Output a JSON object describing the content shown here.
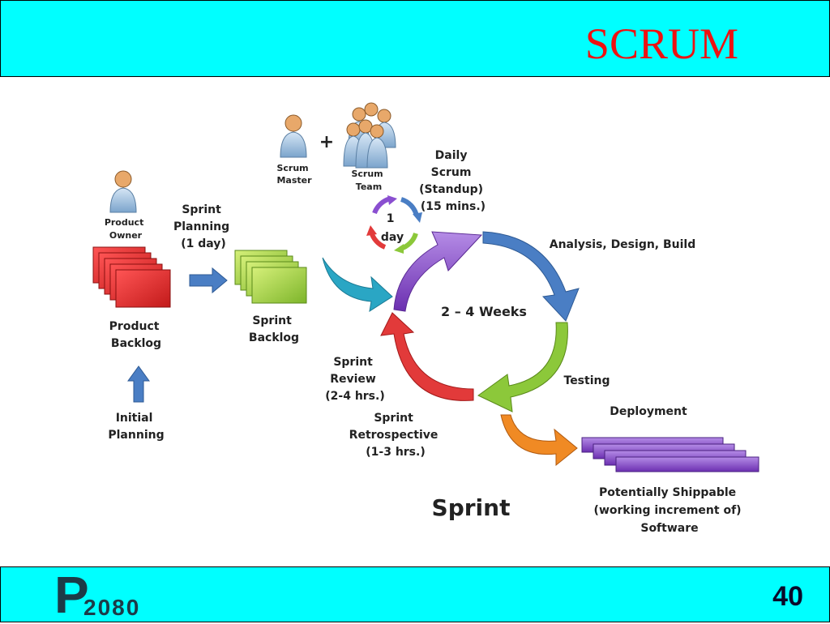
{
  "header": {
    "title": "SCRUM"
  },
  "footer": {
    "slide_number": "40",
    "logo_letter": "P",
    "logo_number": "2080"
  },
  "diagram": {
    "product_owner": [
      "Product",
      "Owner"
    ],
    "product_backlog": [
      "Product",
      "Backlog"
    ],
    "initial_planning": [
      "Initial",
      "Planning"
    ],
    "sprint_planning": [
      "Sprint",
      "Planning",
      "(1 day)"
    ],
    "sprint_backlog": [
      "Sprint",
      "Backlog"
    ],
    "scrum_master": [
      "Scrum",
      "Master"
    ],
    "plus": "+",
    "scrum_team": [
      "Scrum",
      "Team"
    ],
    "one_day": [
      "1",
      "day"
    ],
    "daily_scrum": [
      "Daily",
      "Scrum",
      "(Standup)",
      "(15 mins.)"
    ],
    "analysis": "Analysis, Design, Build",
    "cycle_center": "2 – 4 Weeks",
    "testing": "Testing",
    "deployment": "Deployment",
    "sprint_review": [
      "Sprint",
      "Review",
      "(2-4 hrs.)"
    ],
    "sprint_retro": [
      "Sprint",
      "Retrospective",
      "(1-3 hrs.)"
    ],
    "sprint": "Sprint",
    "shippable": [
      "Potentially Shippable",
      "(working increment of)",
      "Software"
    ]
  }
}
